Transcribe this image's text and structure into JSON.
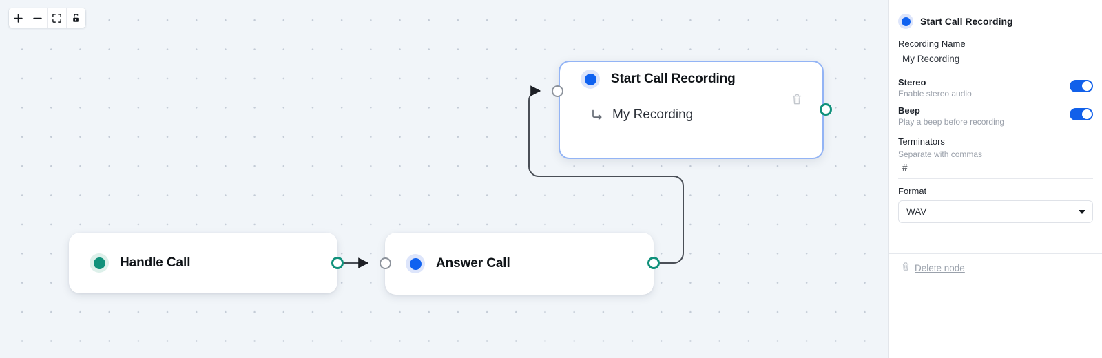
{
  "toolbar": {
    "buttons": [
      {
        "name": "zoom-in",
        "icon": "plus-icon",
        "label": "+"
      },
      {
        "name": "zoom-out",
        "icon": "minus-icon",
        "label": "−"
      },
      {
        "name": "fit-view",
        "icon": "fit-view-icon",
        "label": ""
      },
      {
        "name": "lock",
        "icon": "unlock-icon",
        "label": ""
      }
    ]
  },
  "canvas": {
    "nodes": [
      {
        "id": "handle-call",
        "title": "Handle Call",
        "accent": "#10917a",
        "selected": false,
        "has_output_handle": true,
        "has_input_handle": false
      },
      {
        "id": "answer-call",
        "title": "Answer Call",
        "accent": "#1062f0",
        "selected": false,
        "has_output_handle": true,
        "has_input_handle": true
      },
      {
        "id": "start-call-recording",
        "title": "Start Call Recording",
        "subtitle": "My Recording",
        "accent": "#1062f0",
        "selected": true,
        "has_output_handle": true,
        "has_input_handle": true,
        "delete_icon": "trash-icon",
        "subtitle_icon": "arrow-elbow-icon"
      }
    ]
  },
  "panel": {
    "title": "Start Call Recording",
    "accent": "#1062f0",
    "fields": {
      "recording_name": {
        "label": "Recording Name",
        "value": "My Recording"
      },
      "stereo": {
        "label": "Stereo",
        "hint": "Enable stereo audio",
        "state": "on"
      },
      "beep": {
        "label": "Beep",
        "hint": "Play a beep before recording",
        "state": "on"
      },
      "terminators": {
        "label": "Terminators",
        "hint": "Separate with commas",
        "value": "#"
      },
      "format": {
        "label": "Format",
        "value": "WAV"
      }
    },
    "footer": {
      "delete_label": "Delete node",
      "delete_icon": "trash-icon"
    }
  }
}
